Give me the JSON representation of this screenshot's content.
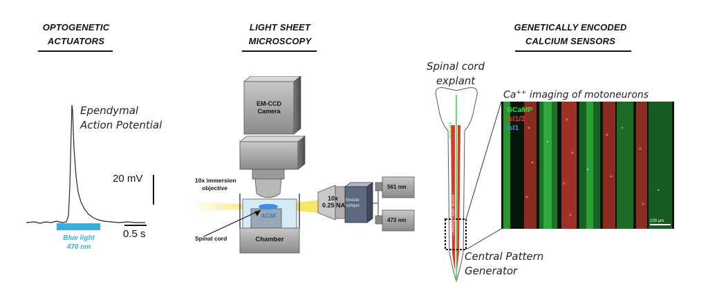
{
  "sections": {
    "optogenetic": {
      "title_line1": "OPTOGENETIC",
      "title_line2": "ACTUATORS"
    },
    "lightsheet": {
      "title_line1": "LIGHT SHEET",
      "title_line2": "MICROSCOPY"
    },
    "calcium": {
      "title_line1": "GENETICALLY ENCODED",
      "title_line2": "CALCIUM SENSORS"
    }
  },
  "trace": {
    "label_line1": "Ependymal",
    "label_line2": "Action Potential",
    "voltage_scale": "20 mV",
    "time_scale": "0.5 s",
    "stim_line1": "Blue light",
    "stim_line2": "470 nm",
    "stim_color": "#3aaee0"
  },
  "microscope": {
    "camera_line1": "EM-CCD",
    "camera_line2": "Camera",
    "objective_line1": "10x immersion",
    "objective_line2": "objective",
    "medium": "ACSF",
    "sample": "Spinal cord",
    "chamber": "Chamber",
    "lens_line1": "10x",
    "lens_line2": "0.25 NA",
    "module_line1": "Module",
    "module_line2": "optique",
    "laser1": "561 nm",
    "laser2": "473 nm",
    "laser_color": "#f5e35a"
  },
  "calcium": {
    "explant_line1": "Spinal cord",
    "explant_line2": "explant",
    "imaging_title_prefix": "Ca",
    "imaging_title_sup": "++",
    "imaging_title_rest": " imaging of motoneurons",
    "legend": [
      {
        "label": "GCaMP",
        "color": "#3ddc4a"
      },
      {
        "label": "Isl1/2",
        "color": "#e8392f"
      },
      {
        "label": "Isl1",
        "color": "#3a8fe8"
      }
    ],
    "scale_label": "100 µm",
    "cpg_line1": "Central Pattern",
    "cpg_line2": "Generator",
    "floor_plate": "Floor plate",
    "neurons_label": "Cholinergic motor neurons"
  }
}
